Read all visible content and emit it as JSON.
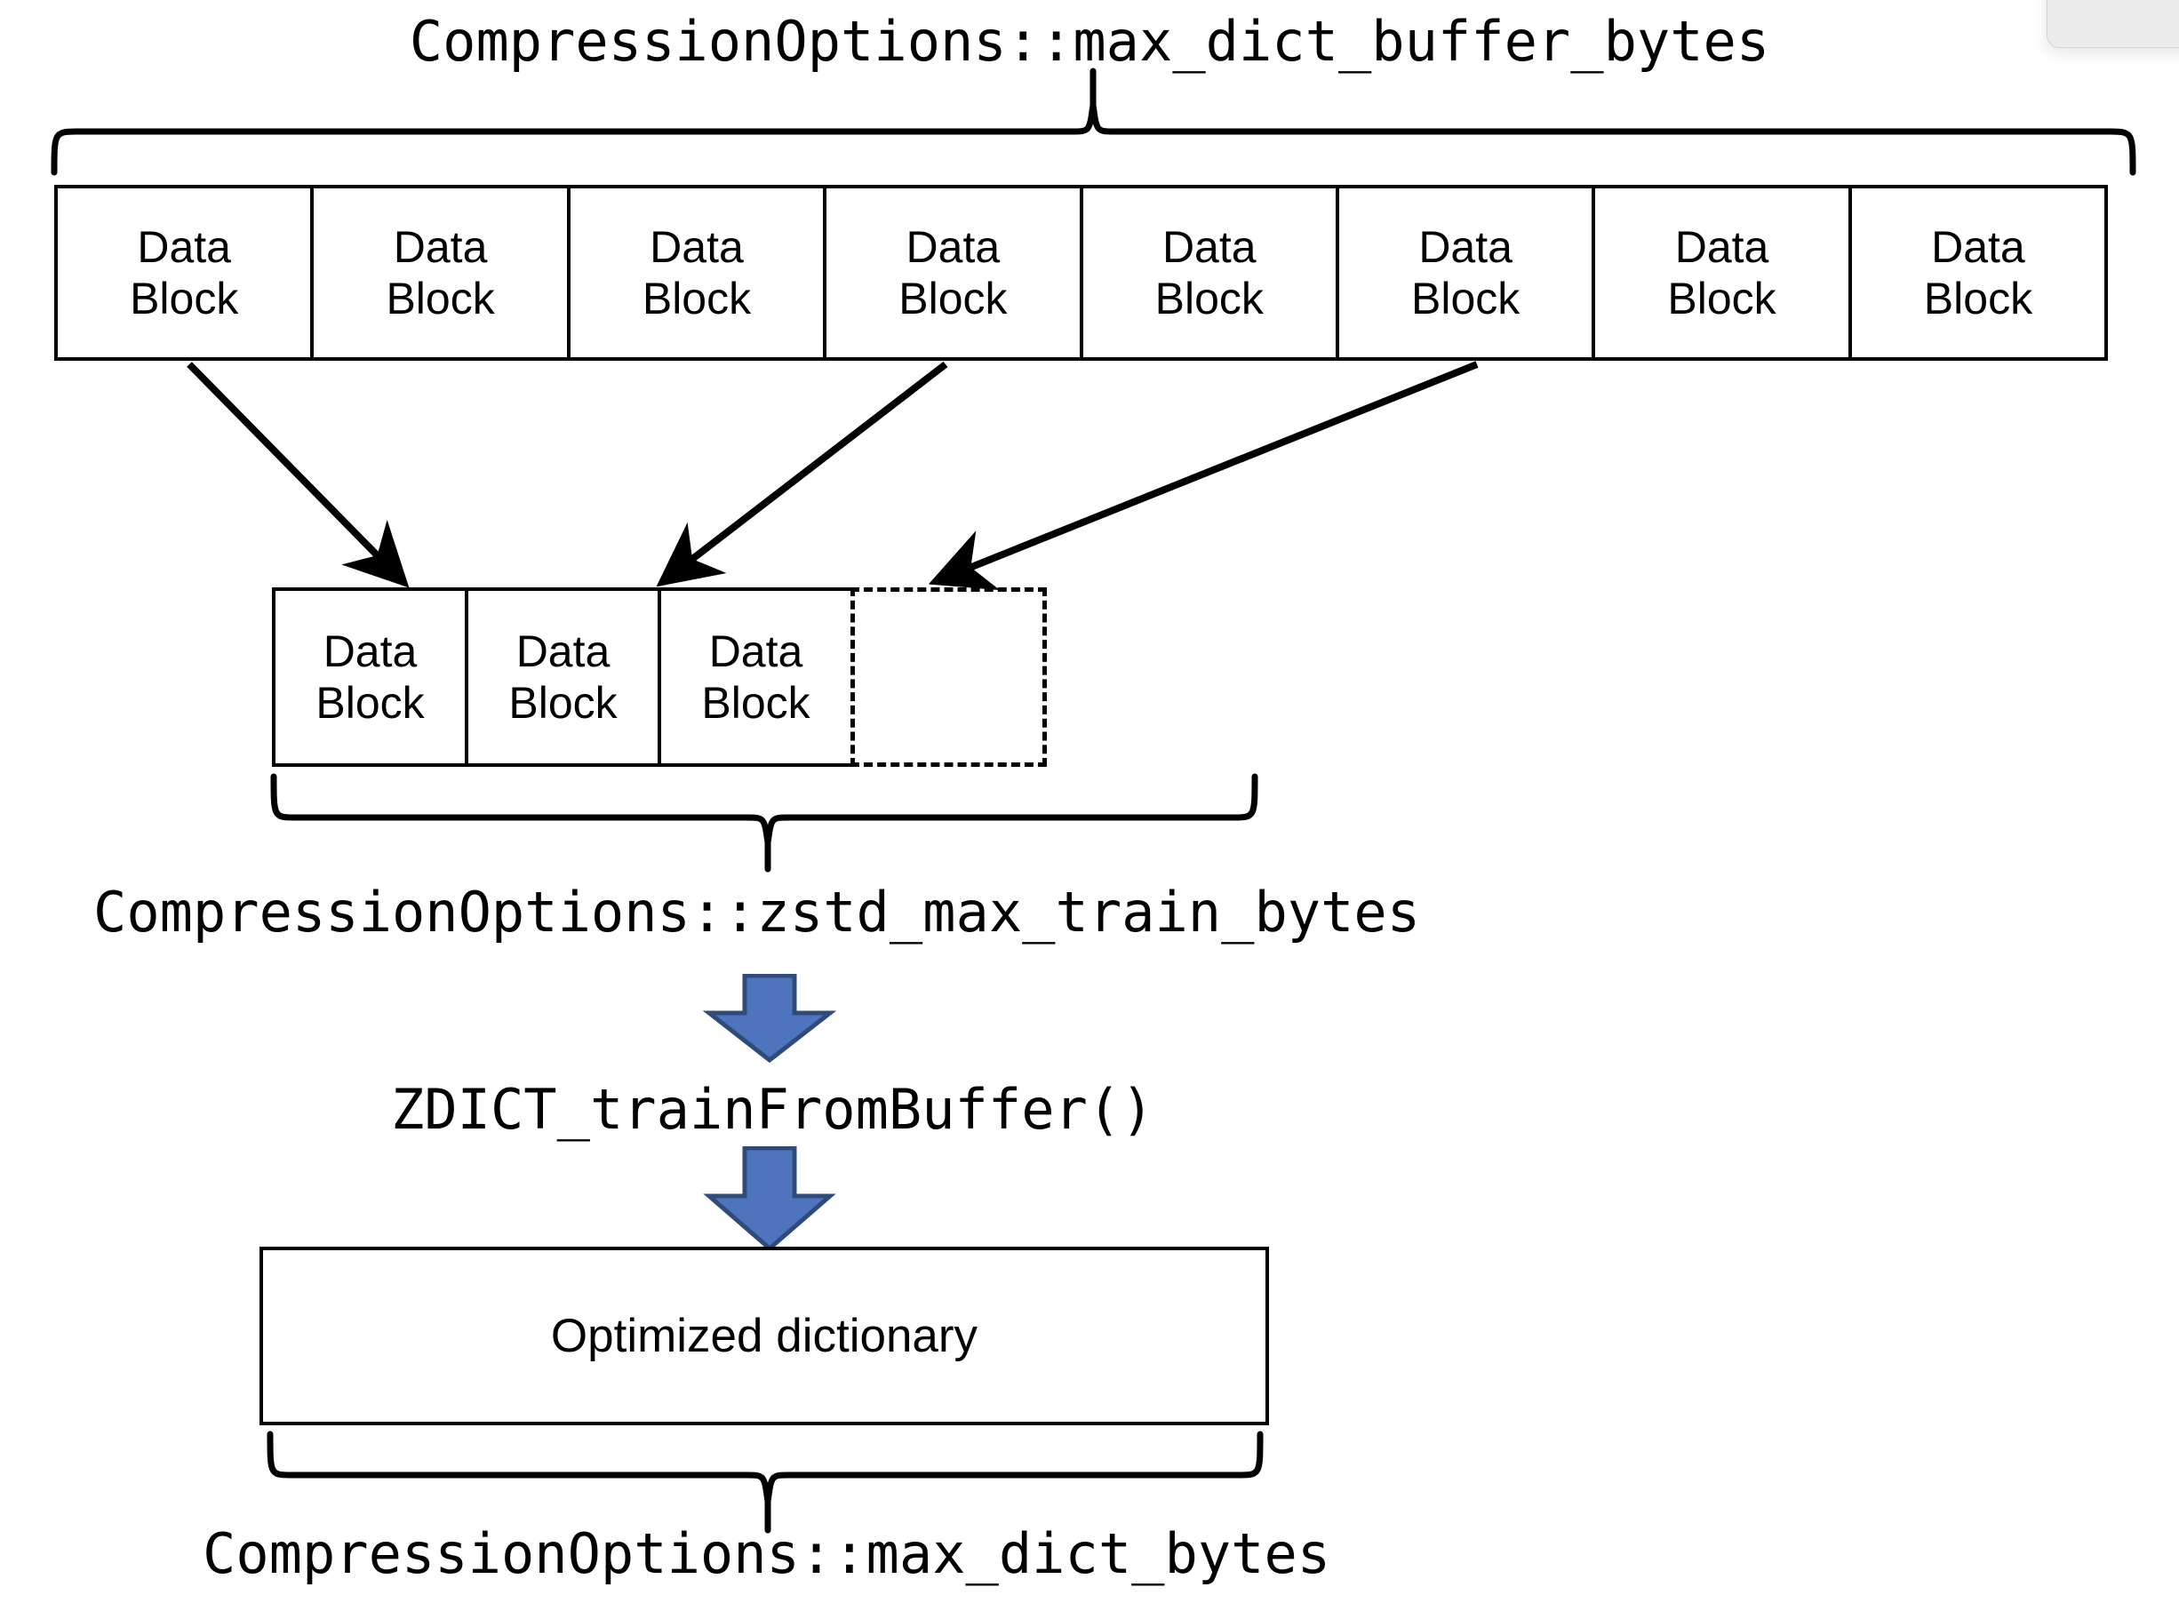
{
  "diagram": {
    "title_top": "CompressionOptions::max_dict_buffer_bytes",
    "label_mid": "CompressionOptions::zstd_max_train_bytes",
    "label_func": "ZDICT_trainFromBuffer()",
    "label_bottom": "CompressionOptions::max_dict_bytes",
    "block_text_line1": "Data",
    "block_text_line2": "Block",
    "dict_box_label": "Optimized dictionary",
    "colors": {
      "stroke": "#000000",
      "background": "#ffffff",
      "arrow_fill": "#4F74BE",
      "arrow_stroke": "#2E4B7A",
      "panel_fill": "#ececec"
    },
    "top_row_blocks": [
      {
        "line1": "Data",
        "line2": "Block"
      },
      {
        "line1": "Data",
        "line2": "Block"
      },
      {
        "line1": "Data",
        "line2": "Block"
      },
      {
        "line1": "Data",
        "line2": "Block"
      },
      {
        "line1": "Data",
        "line2": "Block"
      },
      {
        "line1": "Data",
        "line2": "Block"
      },
      {
        "line1": "Data",
        "line2": "Block"
      },
      {
        "line1": "Data",
        "line2": "Block"
      }
    ],
    "mid_row_blocks": [
      {
        "line1": "Data",
        "line2": "Block",
        "style": "solid"
      },
      {
        "line1": "Data",
        "line2": "Block",
        "style": "solid"
      },
      {
        "line1": "Data",
        "line2": "Block",
        "style": "solid"
      },
      {
        "line1": "",
        "line2": "",
        "style": "dashed"
      }
    ],
    "sampling_arrows": [
      {
        "from_block_index": 0,
        "to_block_index": 0
      },
      {
        "from_block_index": 3,
        "to_block_index": 1
      },
      {
        "from_block_index": 5,
        "to_block_index": 2
      }
    ]
  }
}
